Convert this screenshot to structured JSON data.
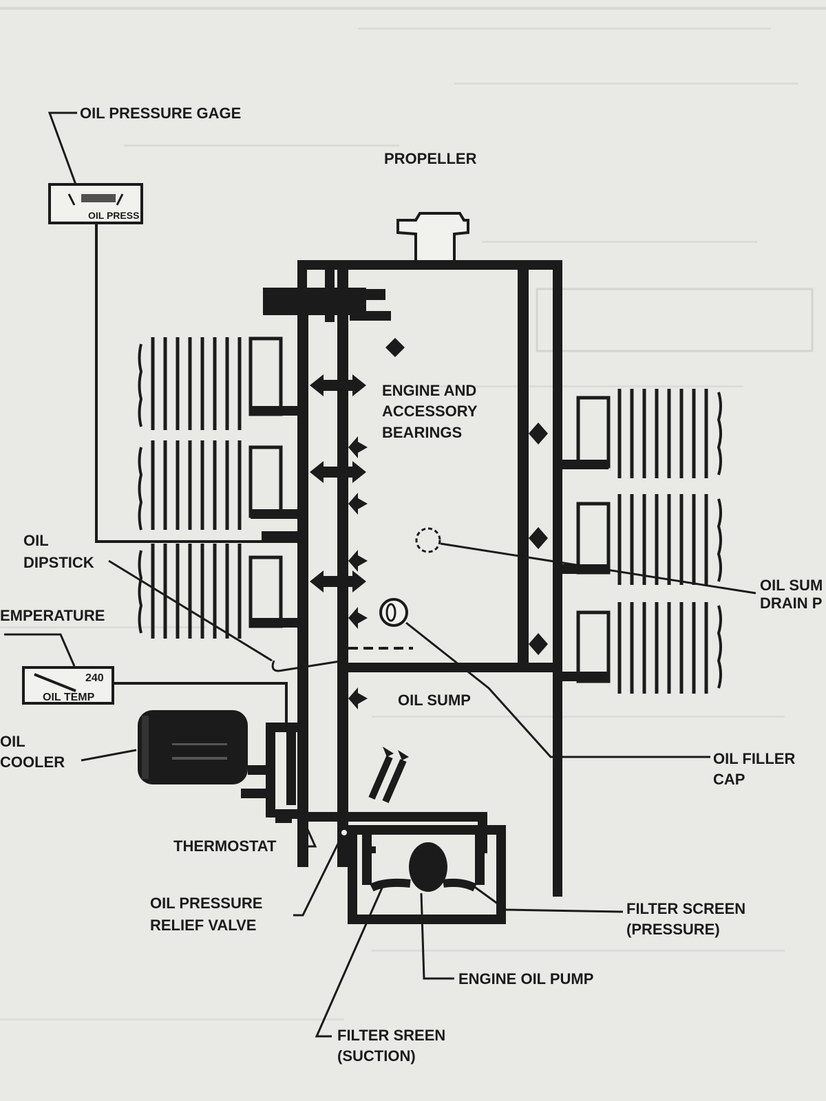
{
  "labels": {
    "oil_pressure_gage": "OIL PRESSURE GAGE",
    "propeller": "PROPELLER",
    "engine_bearings": [
      "ENGINE AND",
      "ACCESSORY",
      "BEARINGS"
    ],
    "oil_dipstick": [
      "OIL",
      "DIPSTICK"
    ],
    "temperature": "EMPERATURE",
    "oil_cooler": [
      "OIL",
      "COOLER"
    ],
    "oil_sump": "OIL SUMP",
    "oil_sump_drain": [
      "OIL SUM",
      "DRAIN P"
    ],
    "oil_filler_cap": [
      "OIL FILLER",
      "CAP"
    ],
    "thermostat": "THERMOSTAT",
    "relief_valve": [
      "OIL PRESSURE",
      "RELIEF VALVE"
    ],
    "filter_pressure": [
      "FILTER SCREEN",
      "(PRESSURE)"
    ],
    "engine_oil_pump": "ENGINE OIL PUMP",
    "filter_suction": [
      "FILTER SREEN",
      "(SUCTION)"
    ]
  },
  "gauges": {
    "oil_temp_value": "240",
    "oil_temp_label": "OIL TEMP",
    "oil_press_label": "OIL PRESS"
  }
}
